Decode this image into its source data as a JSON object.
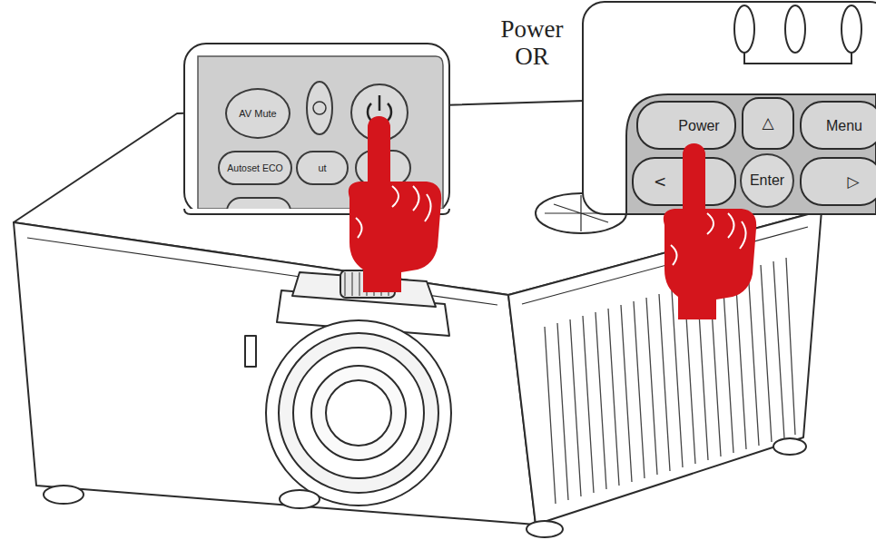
{
  "diagram": {
    "nodes": [
      {
        "text": [
          "AV Mute"
        ]
      },
      {
        "text": [
          "Autoset ECO"
        ]
      },
      {
        "text": [
          "ut"
        ]
      },
      {
        "text": [
          "Enter"
        ]
      }
    ],
    "labels": [
      "Power OR",
      "Power",
      "△",
      "Menu",
      "<",
      "▷"
    ]
  }
}
